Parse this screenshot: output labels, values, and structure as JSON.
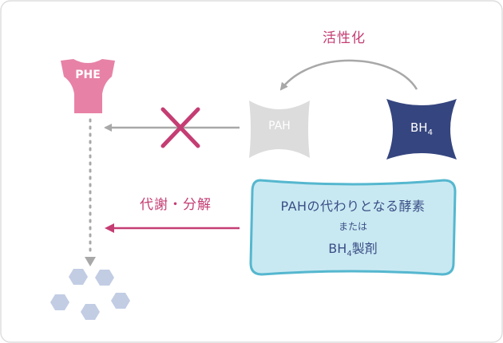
{
  "labels": {
    "activation": "活性化",
    "metabolism": "代謝・分解",
    "phe": "PHE",
    "pah": "PAH",
    "bh4_main": "BH",
    "bh4_sub": "4"
  },
  "replacement_box": {
    "line1": "PAHの代わりとなる酵素",
    "line2": "または",
    "line3_main": "BH",
    "line3_sub": "4",
    "line3_rest": "製剤"
  },
  "colors": {
    "phe": "#e782a6",
    "pah": "#dcdcdc",
    "bh4": "#35457f",
    "accent_magenta": "#c43d73",
    "arrow_gray": "#a8a8a8",
    "box_fill": "#c9e9f2",
    "box_stroke": "#55b7cf",
    "hexagon": "#c2cde4"
  },
  "icons": {
    "blocked": "cross-mark-icon",
    "fragments": "hexagon-fragments-icon"
  }
}
